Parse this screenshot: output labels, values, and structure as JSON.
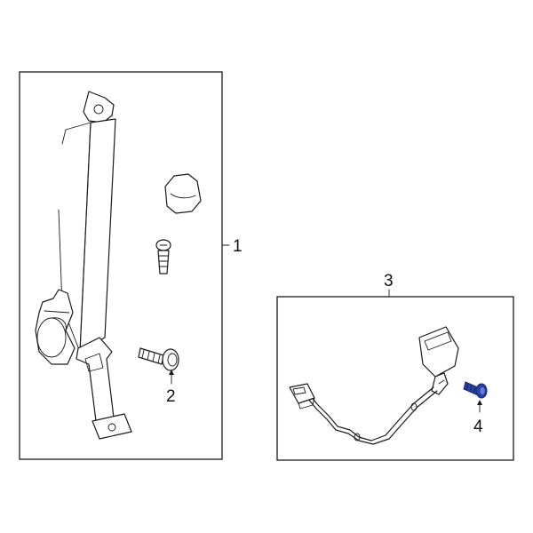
{
  "callouts": {
    "part1": "1",
    "part2": "2",
    "part3": "3",
    "part4": "4"
  },
  "colors": {
    "line": "#1a1a1a",
    "highlight": "#2a3fa8",
    "background": "#ffffff"
  }
}
